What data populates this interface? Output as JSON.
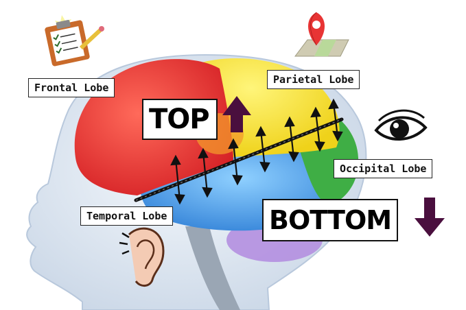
{
  "labels": {
    "frontal": "Frontal Lobe",
    "parietal": "Parietal Lobe",
    "occipital": "Occipital Lobe",
    "temporal": "Temporal Lobe",
    "top": "TOP",
    "bottom": "BOTTOM"
  },
  "icons": {
    "frontal": "clipboard-checklist-icon",
    "parietal": "map-pin-icon",
    "occipital": "eye-icon",
    "temporal": "ear-icon"
  },
  "colors": {
    "frontal_lobe": "#e8262b",
    "parietal_lobe": "#f4e31f",
    "occipital_lobe": "#3fae45",
    "temporal_lobe": "#3b8fe0",
    "cerebellum": "#b48fe0",
    "arrow": "#4a0f3e"
  }
}
